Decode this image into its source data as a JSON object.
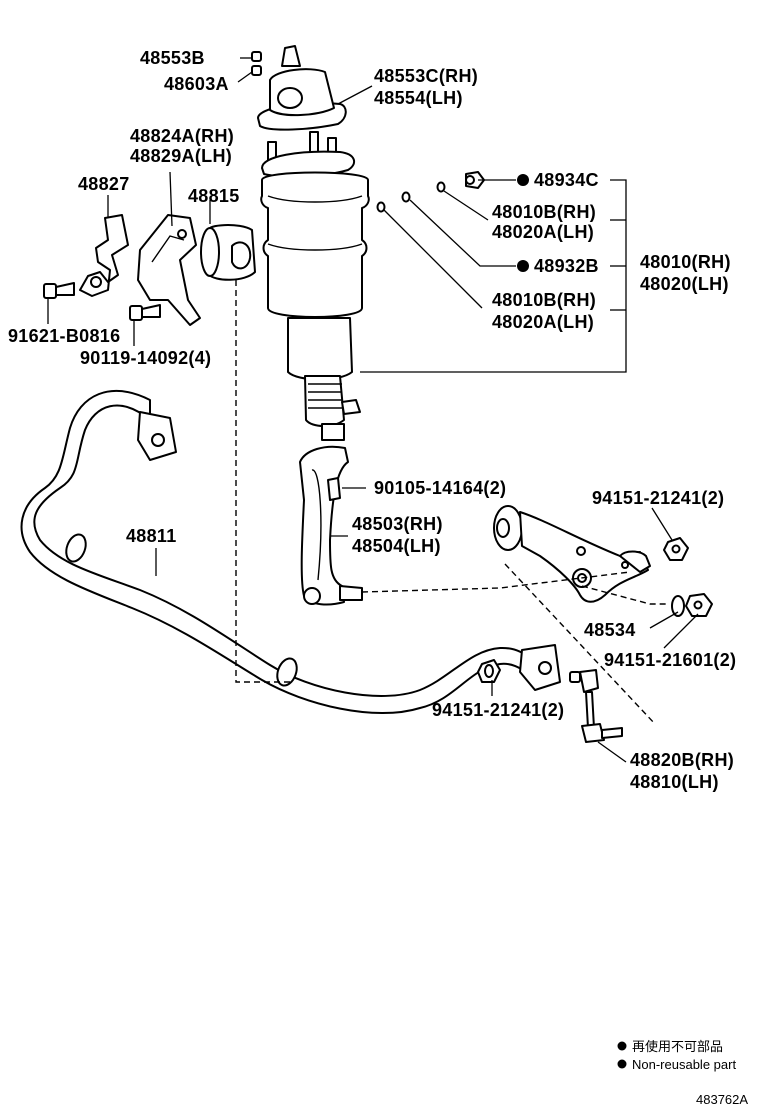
{
  "callouts": {
    "p48553B": "48553B",
    "p48603A": "48603A",
    "p48553C": "48553C(RH)",
    "p48554": "48554(LH)",
    "p48824A": "48824A(RH)",
    "p48829A": "48829A(LH)",
    "p48827": "48827",
    "p48815": "48815",
    "p48934C": "48934C",
    "p48010B_top": "48010B(RH)",
    "p48020A_top": "48020A(LH)",
    "p48932B": "48932B",
    "p48010": "48010(RH)",
    "p48020": "48020(LH)",
    "p48010B_bot": "48010B(RH)",
    "p48020A_bot": "48020A(LH)",
    "p91621": "91621-B0816",
    "p90119": "90119-14092(4)",
    "p90105": "90105-14164(2)",
    "p48503": "48503(RH)",
    "p48504": "48504(LH)",
    "p48811": "48811",
    "p94151_a": "94151-21241(2)",
    "p48534": "48534",
    "p94151_b": "94151-21601(2)",
    "p94151_c": "94151-21241(2)",
    "p48820B": "48820B(RH)",
    "p48810": "48810(LH)"
  },
  "legend": {
    "line1": "再使用不可部品",
    "line2": "Non-reusable part"
  },
  "figure_id": "483762A"
}
